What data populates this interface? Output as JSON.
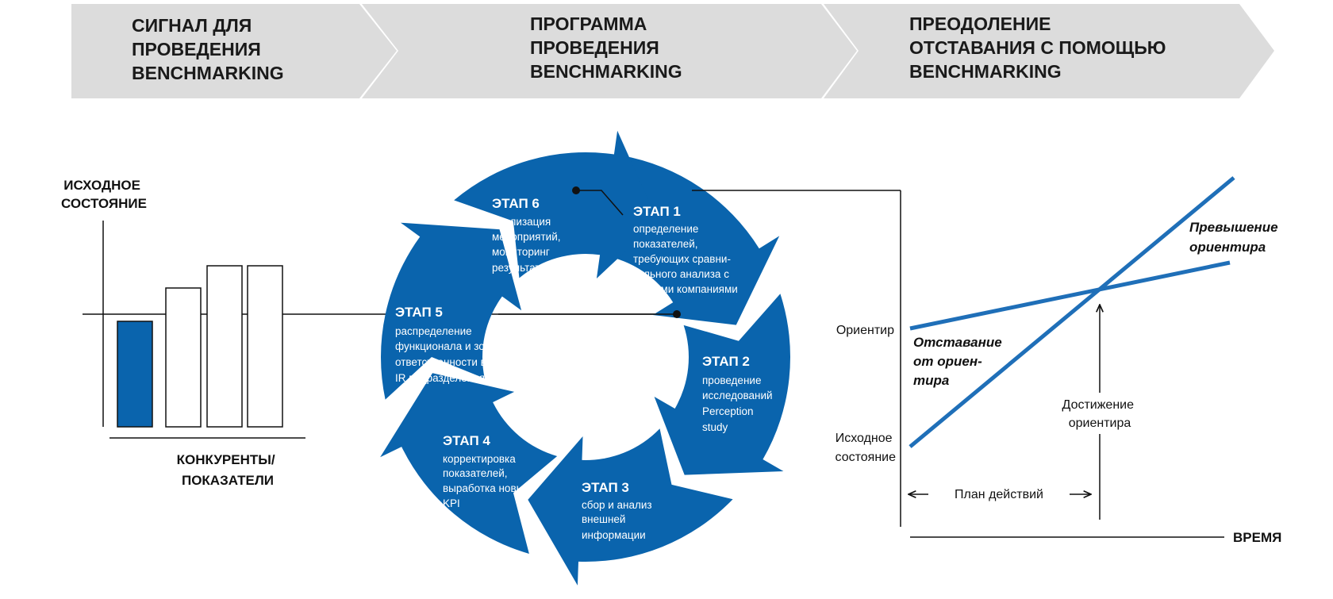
{
  "header": {
    "steps": [
      {
        "lines": [
          "СИГНАЛ ДЛЯ",
          "ПРОВЕДЕНИЯ",
          "BENCHMARKING"
        ]
      },
      {
        "lines": [
          "ПРОГРАММА",
          "ПРОВЕДЕНИЯ",
          "BENCHMARKING"
        ]
      },
      {
        "lines": [
          "ПРЕОДОЛЕНИЕ",
          "ОТСТАВАНИЯ С ПОМОЩЬЮ",
          "BENCHMARKING"
        ]
      }
    ]
  },
  "left_panel": {
    "title_lines": [
      "ИСХОДНОЕ",
      "СОСТОЯНИЕ"
    ],
    "caption_lines": [
      "КОНКУРЕНТЫ/",
      "ПОКАЗАТЕЛИ"
    ]
  },
  "cycle": {
    "stages": [
      {
        "title": "ЭТАП 1",
        "lines": [
          "определение",
          "показателей,",
          "требующих сравни-",
          "тельного анализа с",
          "другими компаниями"
        ]
      },
      {
        "title": "ЭТАП 2",
        "lines": [
          "проведение",
          "исследований",
          "Perception",
          "study"
        ]
      },
      {
        "title": "ЭТАП 3",
        "lines": [
          "сбор и анализ",
          "внешней",
          "информации"
        ]
      },
      {
        "title": "ЭТАП 4",
        "lines": [
          "корректировка",
          "показателей,",
          "выработка новых",
          "KPI"
        ]
      },
      {
        "title": "ЭТАП 5",
        "lines": [
          "распределение",
          "функционала и зон",
          "ответственности внутри",
          "IR подразделения"
        ]
      },
      {
        "title": "ЭТАП 6",
        "lines": [
          "реализация",
          "мероприятий,",
          "мониторинг",
          "результатов"
        ]
      }
    ]
  },
  "right_panel": {
    "y_label_target": "Ориентир",
    "y_label_initial_lines": [
      "Исходное",
      "состояние"
    ],
    "lag_lines": [
      "Отставание",
      "от ориен-",
      "тира"
    ],
    "exceed_lines": [
      "Превышение",
      "ориентира"
    ],
    "reach_lines": [
      "Достижение",
      "ориентира"
    ],
    "plan_label": "План действий",
    "time_label": "ВРЕМЯ"
  },
  "colors": {
    "accent_blue": "#0A64AD",
    "line_blue": "#1F6FB8",
    "header_gray": "#DCDCDC"
  }
}
